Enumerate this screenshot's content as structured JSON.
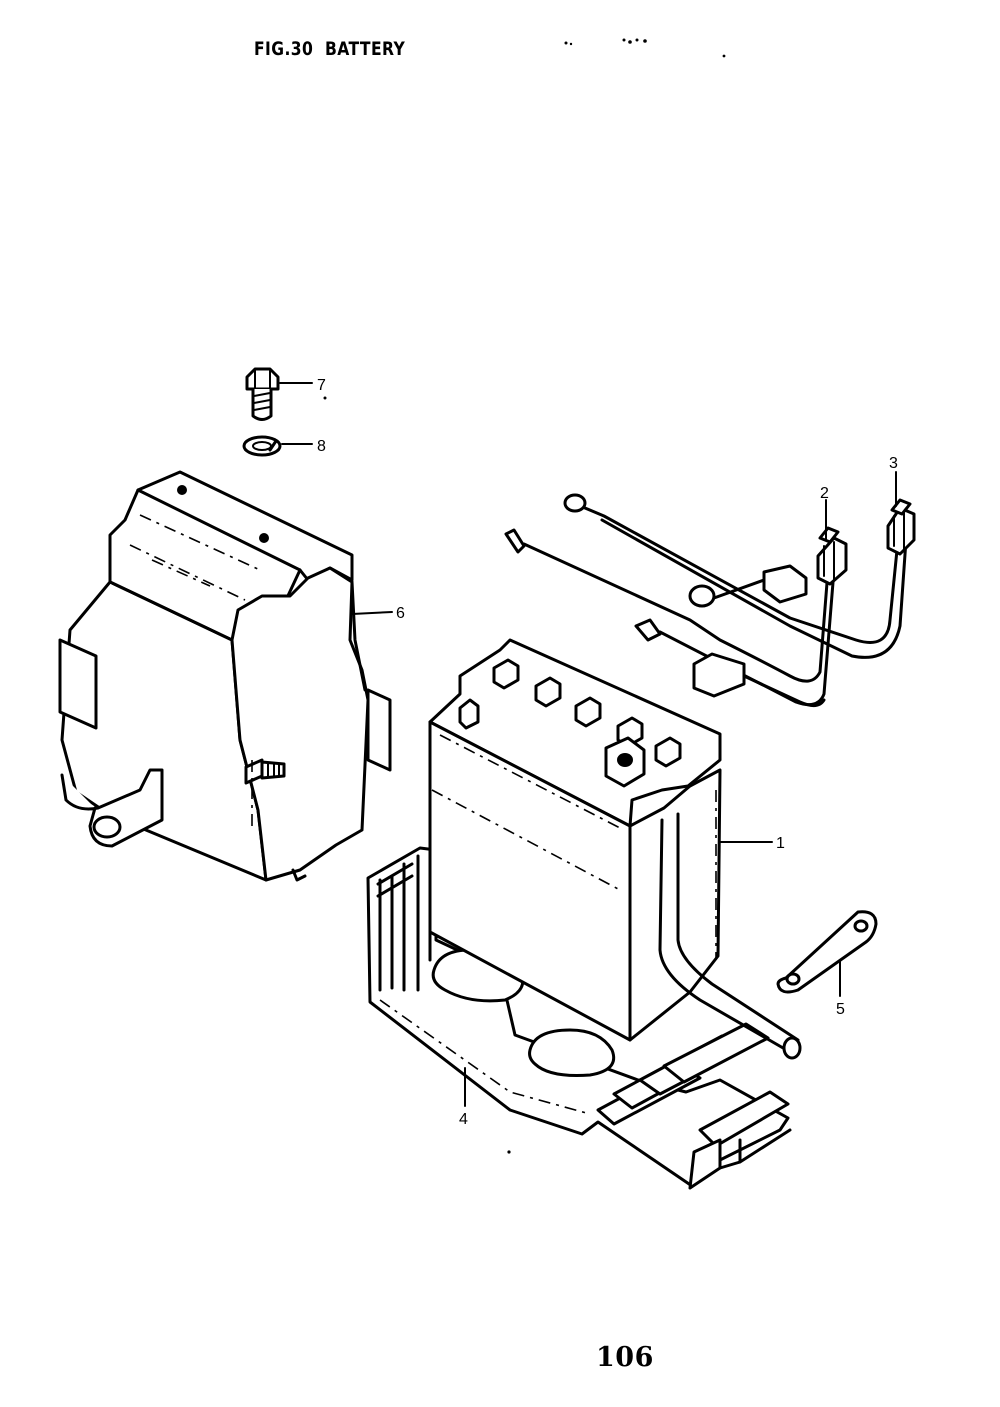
{
  "header": {
    "figure_label": "FIG.30",
    "figure_title": "BATTERY"
  },
  "callouts": [
    {
      "id": "1",
      "label": "1",
      "part": "battery"
    },
    {
      "id": "2",
      "label": "2",
      "part": "negative-lead-wire"
    },
    {
      "id": "3",
      "label": "3",
      "part": "positive-lead-wire"
    },
    {
      "id": "4",
      "label": "4",
      "part": "battery-holder"
    },
    {
      "id": "5",
      "label": "5",
      "part": "plate"
    },
    {
      "id": "6",
      "label": "6",
      "part": "battery-cover"
    },
    {
      "id": "7",
      "label": "7",
      "part": "bolt"
    },
    {
      "id": "8",
      "label": "8",
      "part": "lock-washer"
    }
  ],
  "footer": {
    "page_number": "106"
  }
}
